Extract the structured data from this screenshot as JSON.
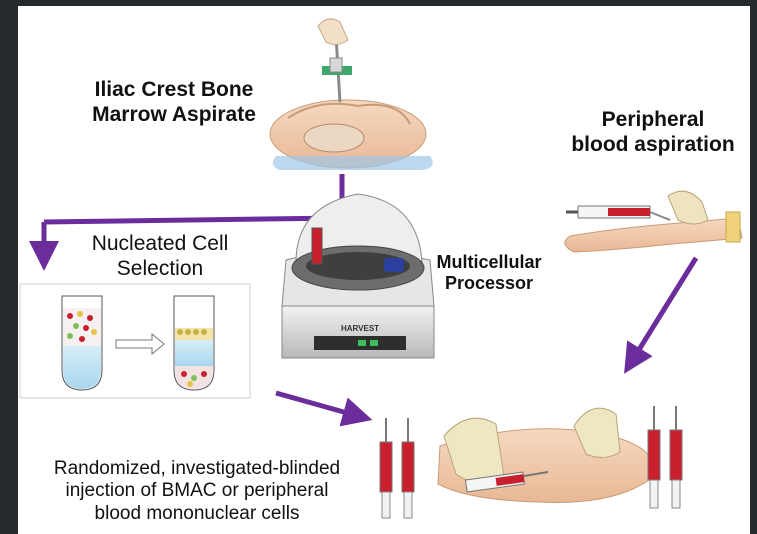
{
  "labels": {
    "iliac_line1": "Iliac Crest Bone",
    "iliac_line2": "Marrow Aspirate",
    "peripheral_line1": "Peripheral",
    "peripheral_line2": "blood aspiration",
    "nucleated_line1": "Nucleated Cell",
    "nucleated_line2": "Selection",
    "processor_line1": "Multicellular",
    "processor_line2": "Processor",
    "injection_line1": "Randomized, investigated-blinded",
    "injection_line2": "injection of BMAC or peripheral",
    "injection_line3": "blood mononuclear cells"
  },
  "device": {
    "brand": "HARVEST"
  },
  "colors": {
    "arrow": "#6b2d9c",
    "blood": "#c8202c",
    "panel": "#ffffff",
    "frame": "#262a2f"
  }
}
